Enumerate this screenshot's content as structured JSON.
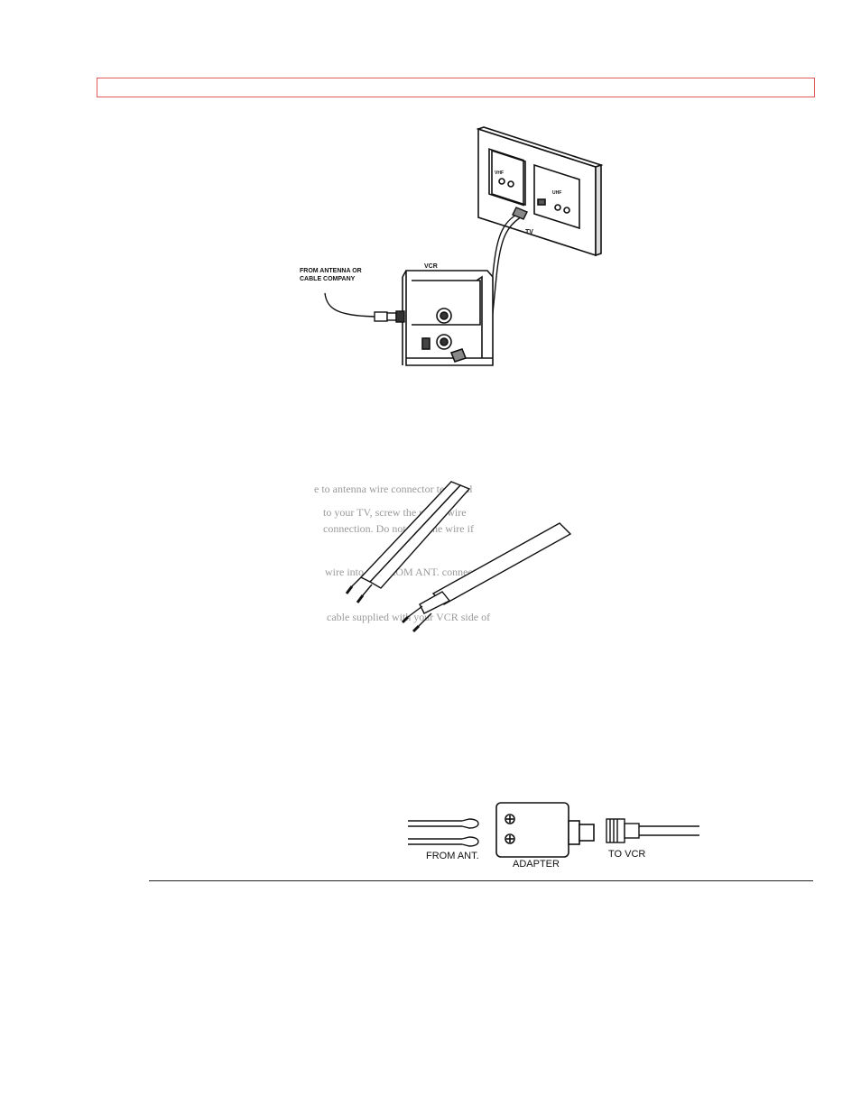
{
  "figure1": {
    "label_antenna_line1": "FROM ANTENNA OR",
    "label_antenna_line2": "CABLE COMPANY",
    "label_vcr": "VCR",
    "label_tv": "TV",
    "label_vhf_left": "VHF",
    "label_uhf": "UHF"
  },
  "figure3": {
    "label_from_ant": "FROM ANT.",
    "label_adapter": "ADAPTER",
    "label_to_vcr": "TO VCR"
  }
}
